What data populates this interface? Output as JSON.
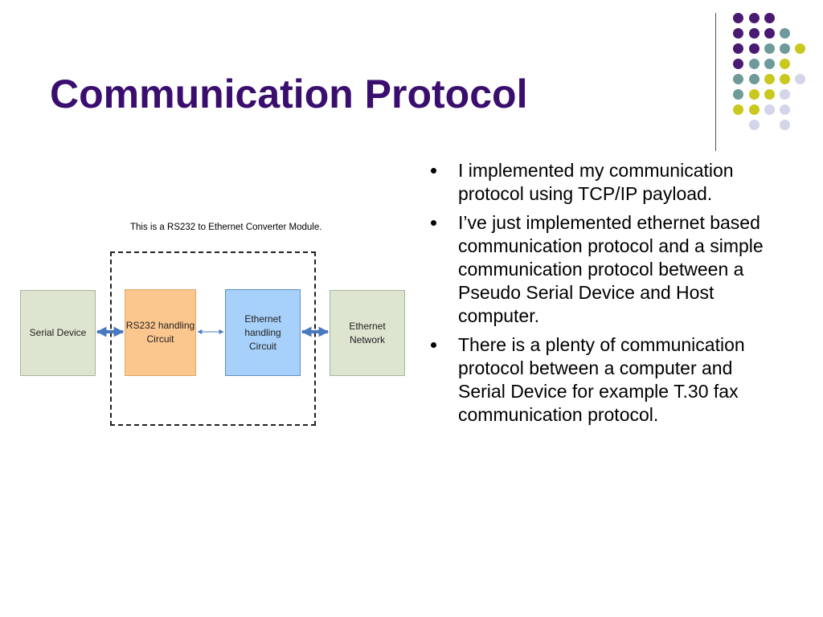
{
  "slide": {
    "title": "Communication Protocol",
    "bullets": [
      "I implemented my communication protocol using TCP/IP payload.",
      "I’ve just implemented ethernet based communication protocol and a simple communication protocol between a Pseudo Serial Device and Host computer.",
      "There is a plenty of communication protocol between a computer and Serial Device for example T.30 fax communication protocol."
    ]
  },
  "diagram": {
    "caption": "This is a RS232 to Ethernet Converter Module.",
    "boxes": {
      "serial_device": "Serial Device",
      "rs232_line1": "RS232 handling",
      "rs232_line2": "Circuit",
      "ethernet_line1": "Ethernet handling",
      "ethernet_line2": "Circuit",
      "ethernet_network": "Ethernet Network"
    }
  },
  "colors": {
    "title": "#3a0e6e",
    "purple": "#4a1a72",
    "teal": "#6e9a9a",
    "lime": "#c8c81e",
    "lavender": "#d4d4ea",
    "serial_box": "#dde4cf",
    "rs232_box": "#fbc78f",
    "ethernet_box": "#a7d0fa",
    "arrow": "#4a78be"
  }
}
